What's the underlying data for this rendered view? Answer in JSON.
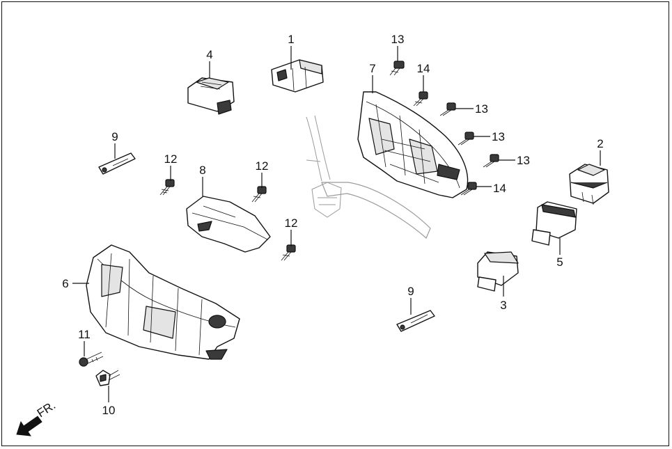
{
  "labels": {
    "p1": "1",
    "p2": "2",
    "p3": "3",
    "p4": "4",
    "p5": "5",
    "p6": "6",
    "p7": "7",
    "p8": "8",
    "p9a": "9",
    "p9b": "9",
    "p10": "10",
    "p11": "11",
    "p12a": "12",
    "p12b": "12",
    "p12c": "12",
    "p13a": "13",
    "p13b": "13",
    "p13c": "13",
    "p13d": "13",
    "p14a": "14",
    "p14b": "14"
  },
  "front_marker": "FR."
}
